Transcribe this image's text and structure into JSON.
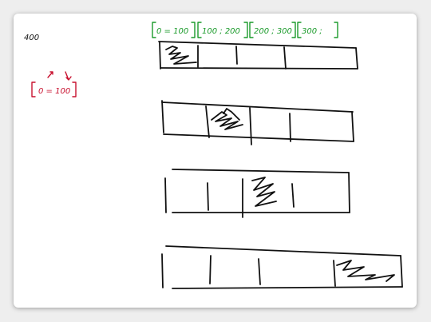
{
  "canvas": {
    "top_left_note": "400",
    "legend": {
      "text": "0 = 100",
      "color": "#c8102e"
    },
    "ranges": {
      "color": "#1a9a2a",
      "items": [
        "0 = 100",
        "100 ; 200",
        "200 ; 300",
        "300 ;"
      ]
    },
    "ink_color": "#111111"
  }
}
